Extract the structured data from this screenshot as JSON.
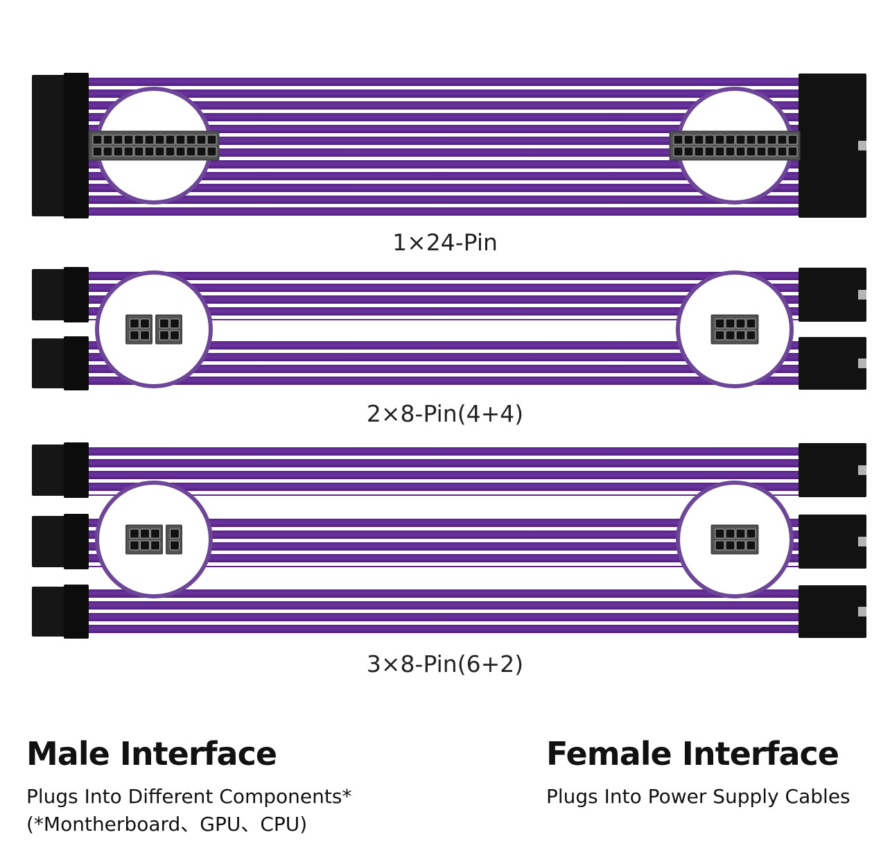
{
  "colors": {
    "cable": "#5b2689",
    "ring": "#6d4699",
    "connector": "#161616"
  },
  "groups": [
    {
      "label": "1×24-Pin",
      "male_pins": "24",
      "female_pins": "24"
    },
    {
      "label": "2×8-Pin(4+4)",
      "male_pins": "4+4",
      "female_pins": "8"
    },
    {
      "label": "3×8-Pin(6+2)",
      "male_pins": "6+2",
      "female_pins": "8"
    }
  ],
  "male": {
    "title": "Male Interface",
    "line1": "Plugs Into Different Components*",
    "line2": "(*Montherboard、GPU、CPU)"
  },
  "female": {
    "title": "Female Interface",
    "line1": "Plugs Into Power Supply Cables"
  }
}
